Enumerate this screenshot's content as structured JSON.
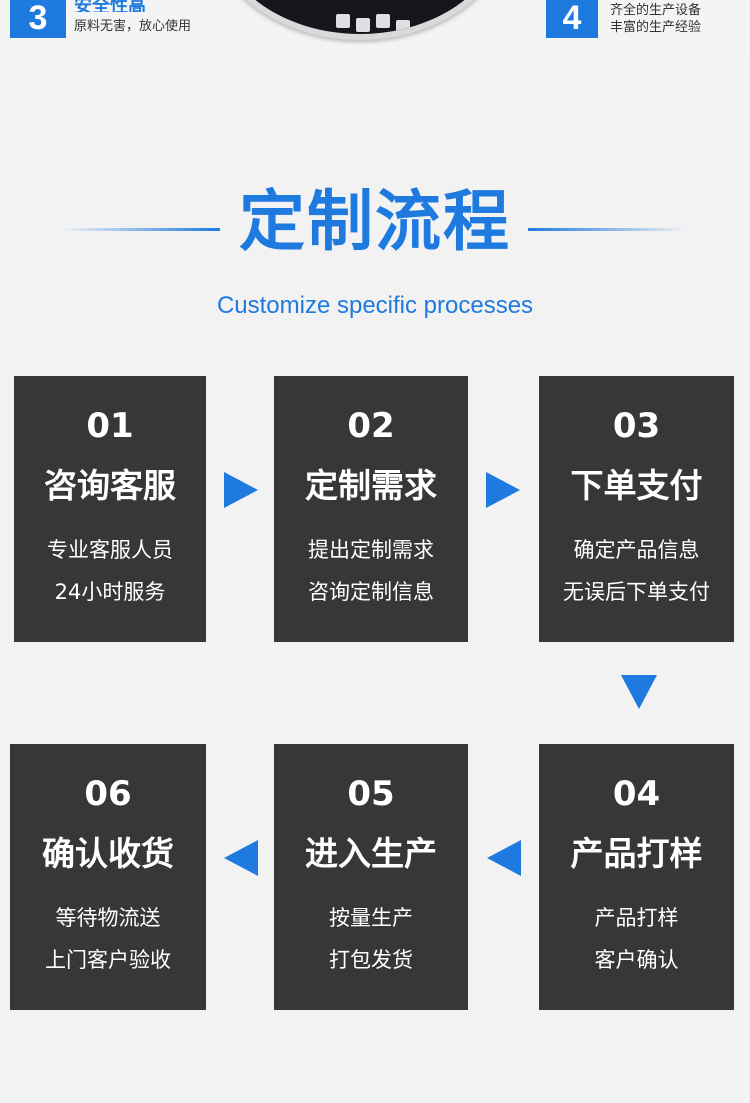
{
  "features": {
    "left": {
      "number": "3",
      "title": "安全性高",
      "subtitle": "原料无害，放心使用"
    },
    "right": {
      "number": "4",
      "line1": "齐全的生产设备",
      "line2": "丰富的生产经验"
    }
  },
  "section": {
    "title": "定制流程",
    "subtitle": "Customize specific processes"
  },
  "steps": [
    {
      "number": "01",
      "title": "咨询客服",
      "desc1": "专业客服人员",
      "desc2": "24小时服务"
    },
    {
      "number": "02",
      "title": "定制需求",
      "desc1": "提出定制需求",
      "desc2": "咨询定制信息"
    },
    {
      "number": "03",
      "title": "下单支付",
      "desc1": "确定产品信息",
      "desc2": "无误后下单支付"
    },
    {
      "number": "04",
      "title": "产品打样",
      "desc1": "产品打样",
      "desc2": "客户确认"
    },
    {
      "number": "05",
      "title": "进入生产",
      "desc1": "按量生产",
      "desc2": "打包发货"
    },
    {
      "number": "06",
      "title": "确认收货",
      "desc1": "等待物流送",
      "desc2": "上门客户验收"
    }
  ],
  "colors": {
    "accent": "#1f7ae0",
    "card": "#373737",
    "background": "#f2f2f2"
  },
  "icons": [
    "arrow-right-icon",
    "arrow-down-icon",
    "arrow-left-icon"
  ]
}
